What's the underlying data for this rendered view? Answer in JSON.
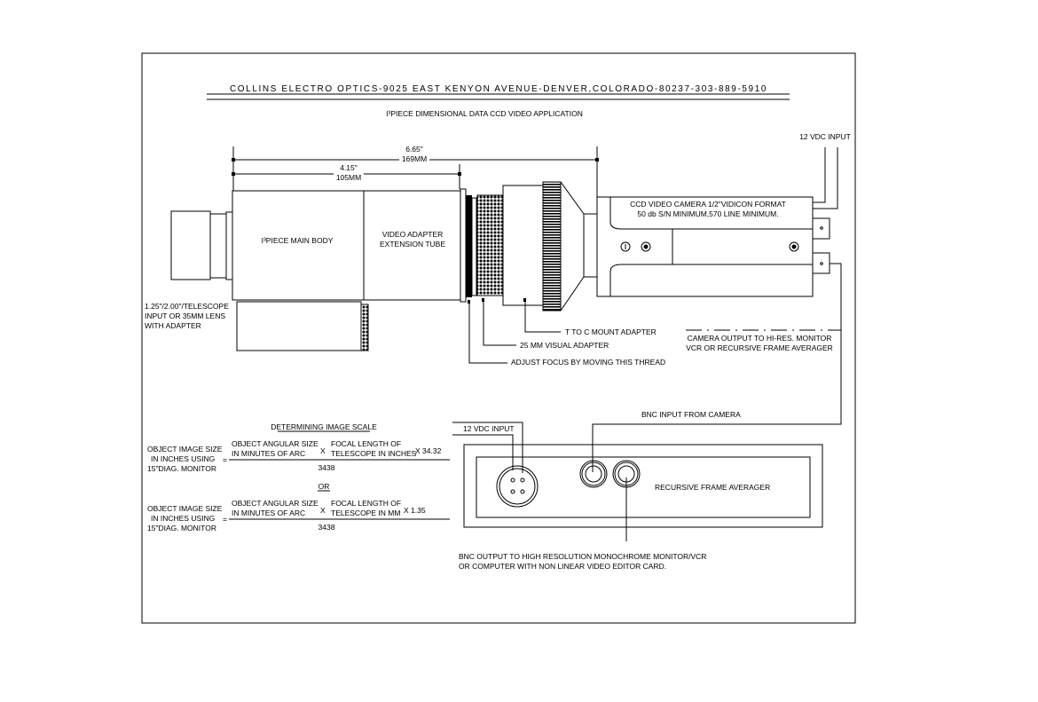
{
  "header": {
    "company": "COLLINS ELECTRO OPTICS-9025 EAST KENYON AVENUE-DENVER,COLORADO-80237-303-889-5910",
    "subtitle": "I³PIECE DIMENSIONAL DATA CCD VIDEO APPLICATION"
  },
  "dimensions": {
    "overall_in": "6.65\"",
    "overall_mm": "169MM",
    "body_in": "4.15\"",
    "body_mm": "105MM"
  },
  "parts": {
    "main_body": "I³PIECE MAIN BODY",
    "ext_tube_1": "VIDEO ADAPTER",
    "ext_tube_2": "EXTENSION TUBE",
    "input_1": "1.25\"/2.00\"/TELESCOPE",
    "input_2": "INPUT OR 35MM LENS",
    "input_3": "WITH ADAPTER",
    "camera_1": "CCD VIDEO CAMERA 1/2\"VIDICON FORMAT",
    "camera_2": "50 db S/N  MINIMUM,570 LINE MINIMUM.",
    "vdc_top": "12 VDC INPUT",
    "t_to_c": "T TO C MOUNT ADAPTER",
    "visual": "25 MM VISUAL ADAPTER",
    "focus": "ADJUST FOCUS BY MOVING THIS THREAD",
    "cam_out_1": "CAMERA OUTPUT TO HI-RES. MONITOR",
    "cam_out_2": "VCR OR RECURSIVE FRAME AVERAGER"
  },
  "scale": {
    "title": "DETERMINING IMAGE SCALE",
    "lhs_1": "OBJECT IMAGE SIZE",
    "lhs_2": "IN INCHES USING",
    "lhs_3": "15\"DIAG. MONITOR",
    "eq": "=",
    "num_a1": "OBJECT ANGULAR SIZE",
    "num_a2": "IN MINUTES OF ARC",
    "times": "X",
    "f1_1": "FOCAL LENGTH OF",
    "f1_2": "TELESCOPE IN INCHES",
    "f1_factor": "X  34.32",
    "denominator": "3438",
    "or": "OR",
    "f2_1": "FOCAL LENGTH OF",
    "f2_2": "TELESCOPE IN MM",
    "f2_factor": "X 1.35"
  },
  "averager": {
    "name": "RECURSIVE FRAME AVERAGER",
    "vdc": "12 VDC INPUT",
    "bnc_in": "BNC INPUT FROM CAMERA",
    "bnc_out_1": "BNC OUTPUT TO HIGH RESOLUTION MONOCHROME MONITOR/VCR",
    "bnc_out_2": "OR COMPUTER WITH NON LINEAR VIDEO EDITOR CARD."
  }
}
